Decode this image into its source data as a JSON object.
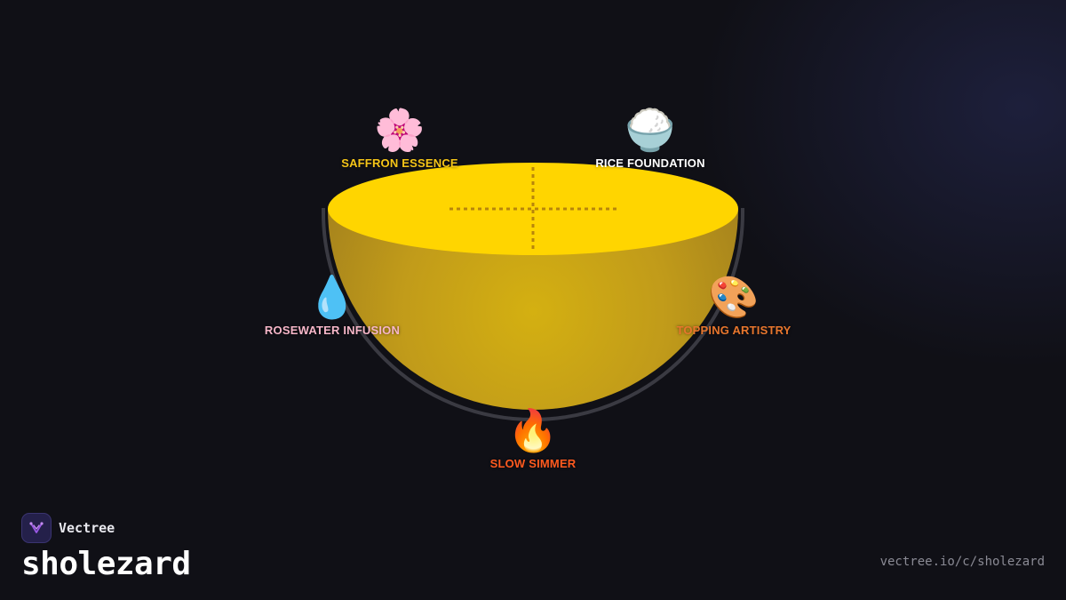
{
  "diagram": {
    "ingredients": [
      {
        "label": "SAFFRON ESSENCE",
        "icon": "cherry-blossom-icon",
        "glyph": "🌸",
        "color": "#f5c518"
      },
      {
        "label": "RICE FOUNDATION",
        "icon": "rice-bowl-icon",
        "glyph": "🍚",
        "color": "#ffffff"
      },
      {
        "label": "ROSEWATER INFUSION",
        "icon": "droplet-icon",
        "glyph": "💧",
        "color": "#f6b6c8"
      },
      {
        "label": "TOPPING ARTISTRY",
        "icon": "palette-icon",
        "glyph": "🎨",
        "color": "#e8762d"
      },
      {
        "label": "SLOW SIMMER",
        "icon": "fire-icon",
        "glyph": "🔥",
        "color": "#ff5a1f"
      }
    ],
    "bowl_colors": {
      "surface": "#ffd500",
      "body": "#c9a019",
      "rim_outline": "#3a3a42",
      "cross_lines": "#b8860b"
    }
  },
  "footer": {
    "brand_name": "Vectree",
    "handle": "sholezard",
    "url": "vectree.io/c/sholezard",
    "logo_icon": "vectree-logo-icon",
    "accent": "#9b59e6"
  }
}
